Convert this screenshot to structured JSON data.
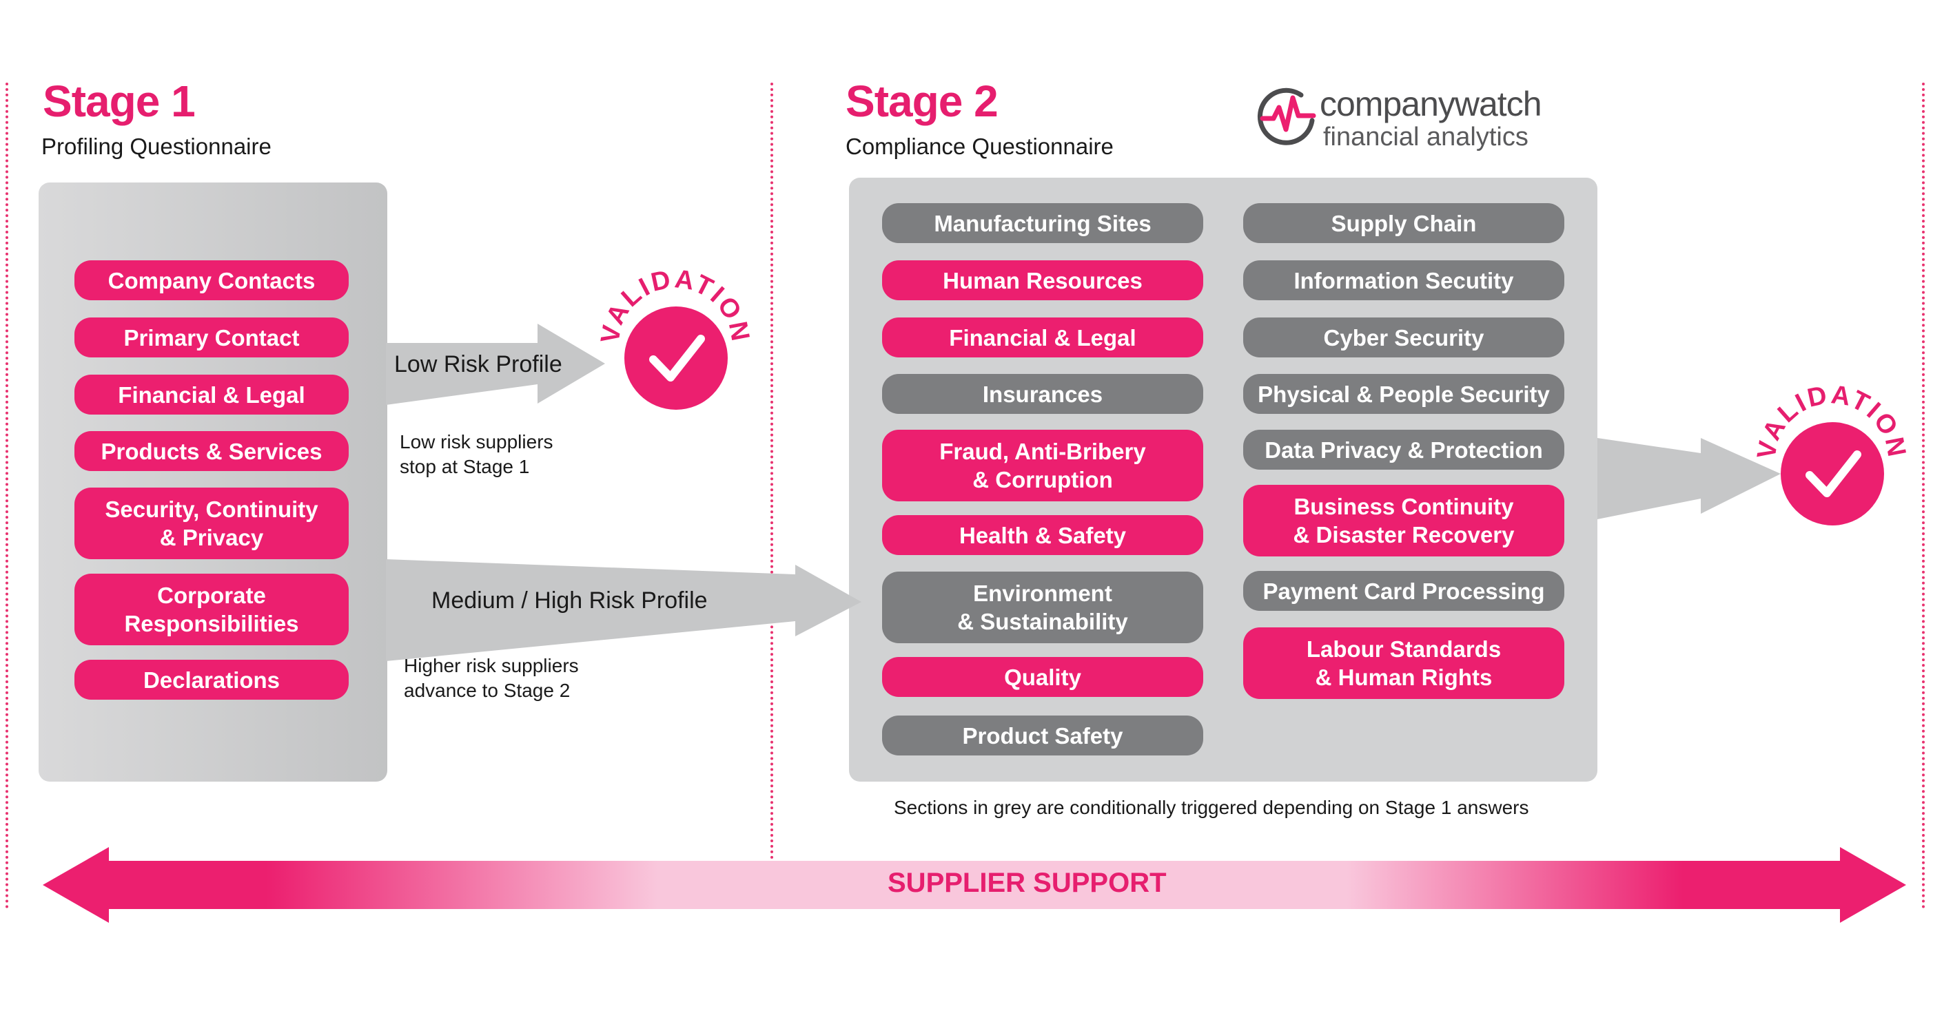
{
  "stage1": {
    "title": "Stage 1",
    "subtitle": "Profiling Questionnaire",
    "items": [
      {
        "label": "Company Contacts",
        "color": "pink"
      },
      {
        "label": "Primary Contact",
        "color": "pink"
      },
      {
        "label": "Financial & Legal",
        "color": "pink"
      },
      {
        "label": "Products & Services",
        "color": "pink"
      },
      {
        "label": "Security, Continuity\n& Privacy",
        "color": "pink"
      },
      {
        "label": "Corporate\nResponsibilities",
        "color": "pink"
      },
      {
        "label": "Declarations",
        "color": "pink"
      }
    ]
  },
  "flow": {
    "low_risk_label": "Low Risk Profile",
    "low_risk_note": "Low risk suppliers\nstop at Stage 1",
    "high_risk_label": "Medium / High Risk Profile",
    "high_risk_note": "Higher risk suppliers\nadvance to Stage 2",
    "validation_label": "VALIDATION"
  },
  "stage2": {
    "title": "Stage 2",
    "subtitle": "Compliance Questionnaire",
    "left_items": [
      {
        "label": "Manufacturing Sites",
        "color": "grey"
      },
      {
        "label": "Human Resources",
        "color": "pink"
      },
      {
        "label": "Financial & Legal",
        "color": "pink"
      },
      {
        "label": "Insurances",
        "color": "grey"
      },
      {
        "label": "Fraud, Anti-Bribery\n& Corruption",
        "color": "pink"
      },
      {
        "label": "Health & Safety",
        "color": "pink"
      },
      {
        "label": "Environment\n& Sustainability",
        "color": "grey"
      },
      {
        "label": "Quality",
        "color": "pink"
      },
      {
        "label": "Product Safety",
        "color": "grey"
      }
    ],
    "right_items": [
      {
        "label": "Supply Chain",
        "color": "grey"
      },
      {
        "label": "Information Secutity",
        "color": "grey"
      },
      {
        "label": "Cyber Security",
        "color": "grey"
      },
      {
        "label": "Physical & People Security",
        "color": "grey"
      },
      {
        "label": "Data Privacy & Protection",
        "color": "grey"
      },
      {
        "label": "Business Continuity\n& Disaster Recovery",
        "color": "pink"
      },
      {
        "label": "Payment Card Processing",
        "color": "grey"
      },
      {
        "label": "Labour Standards\n& Human Rights",
        "color": "pink"
      }
    ],
    "footnote": "Sections in grey are conditionally triggered depending on Stage 1 answers"
  },
  "logo": {
    "main_prefix": "company",
    "main_suffix": "watch",
    "sub": "financial analytics"
  },
  "support": {
    "label": "SUPPLIER SUPPORT"
  },
  "colors": {
    "pink": "#ec1f6f",
    "grey": "#7d7e80",
    "panel": "#d1d2d3",
    "arrow": "#c6c7c8"
  }
}
